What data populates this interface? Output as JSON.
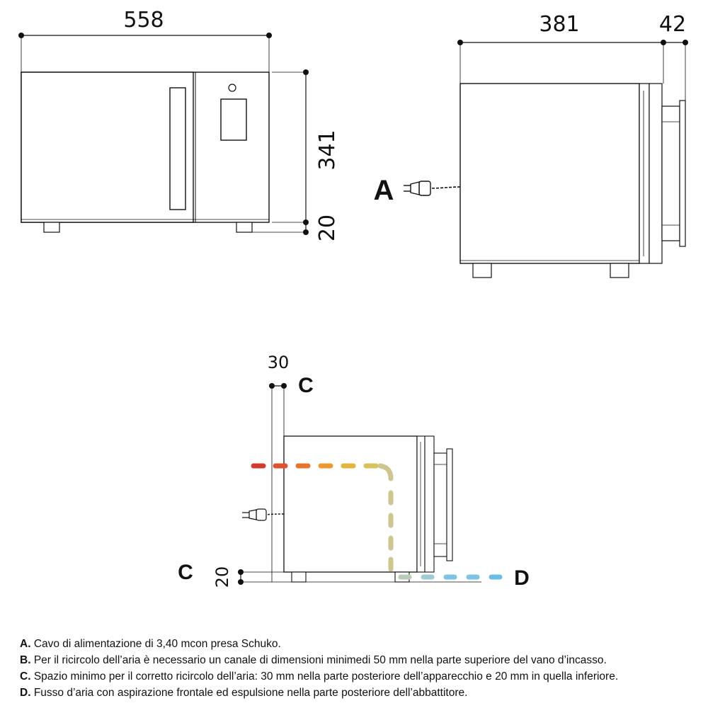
{
  "front_view": {
    "width_dim": "558",
    "height_dim": "341",
    "feet_dim": "20"
  },
  "side_view": {
    "depth_dim": "381",
    "handle_dim": "42",
    "cable_label": "A"
  },
  "airflow_view": {
    "rear_gap_dim": "30",
    "bottom_gap_dim": "20",
    "clearance_label_top": "C",
    "clearance_label_left": "C",
    "flow_label": "D",
    "colors": {
      "hot": [
        "#d33a2c",
        "#e0522b",
        "#e8732c",
        "#eb9a33",
        "#e5b43c",
        "#d7c25c"
      ],
      "duct": "#cdc690",
      "cold": [
        "#b7cdb5",
        "#9dccd6",
        "#7bc4e6",
        "#6bbde8"
      ]
    }
  },
  "notes": [
    {
      "letter": "A.",
      "text": "Cavo di alimentazione di 3,40 mcon presa Schuko."
    },
    {
      "letter": "B.",
      "text": "Per il ricircolo dell’aria è necessario un canale di dimensioni minimedi 50 mm nella parte superiore del vano d’incasso."
    },
    {
      "letter": "C.",
      "text": "Spazio minimo per il corretto ricircolo dell’aria: 30 mm nella parte posteriore dell’apparecchio e 20 mm in quella inferiore."
    },
    {
      "letter": "D.",
      "text": "Fusso d’aria con aspirazione frontale ed espulsione nella parte posteriore dell’abbattitore."
    }
  ]
}
